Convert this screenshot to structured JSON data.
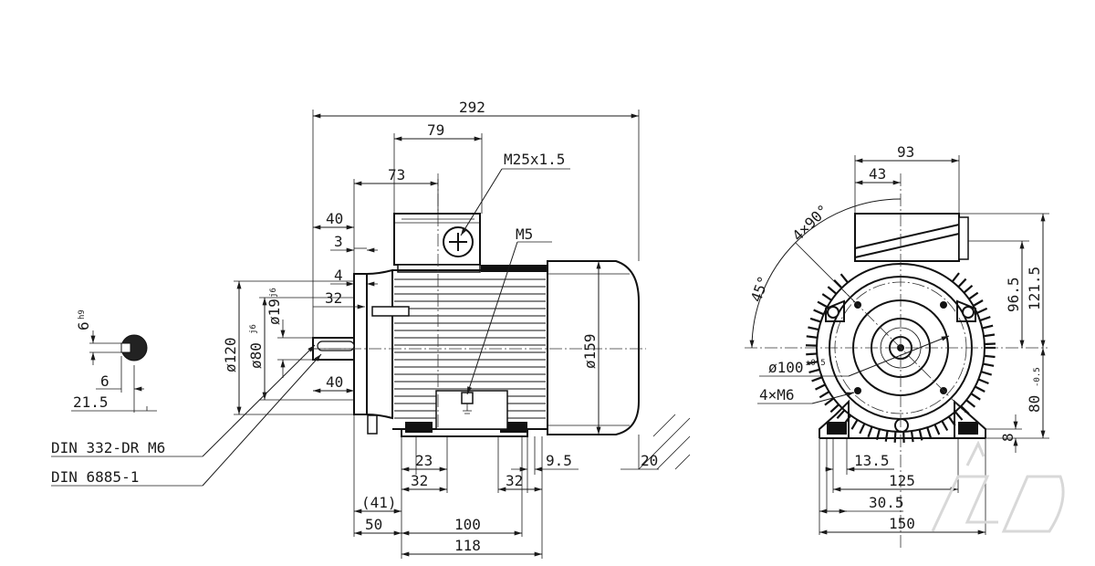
{
  "key_view": {
    "keyway_width": "6",
    "keyway_width_tol": "h9",
    "key_depth": "6",
    "key_height": "21.5"
  },
  "side_view": {
    "overall_length": "292",
    "terminal_box_width": "79",
    "terminal_box_offset": "73",
    "cable_gland": "M25x1.5",
    "earth_thread": "M5",
    "dim_40_top": "40",
    "dim_3": "3",
    "dim_4": "4",
    "dim_32_spigot": "32",
    "dim_40_shaft": "40",
    "flange_dia": "ø120",
    "spigot_dia": "ø80",
    "spigot_tol": "j6",
    "shaft_dia": "ø19",
    "shaft_tol": "j6",
    "body_dia": "ø159",
    "foot_23": "23",
    "foot_32_left": "32",
    "foot_32_right": "32",
    "foot_9_5": "9.5",
    "foot_20": "20",
    "dim_41": "(41)",
    "dim_50": "50",
    "dim_100": "100",
    "dim_118": "118",
    "note_1": "DIN 332-DR M6",
    "note_2": "DIN 6885-1"
  },
  "front_view": {
    "box_width": "93",
    "box_offset": "43",
    "angle_1": "4×90°",
    "angle_2": "45°",
    "height_96_5": "96.5",
    "height_121_5": "121.5",
    "shaft_height": "80",
    "shaft_height_tol": "-0.5",
    "dim_8": "8",
    "flange_pcd": "ø100",
    "flange_pcd_tol": "±0.5",
    "flange_holes": "4×M6",
    "foot_13_5": "13.5",
    "foot_125": "125",
    "foot_30_5": "30.5",
    "foot_150": "150"
  }
}
